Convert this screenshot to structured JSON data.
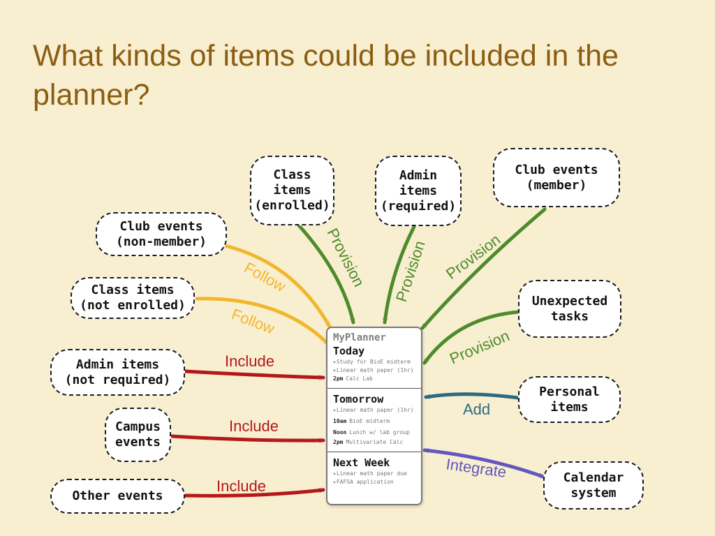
{
  "title": "What kinds of items could be included in the planner?",
  "colors": {
    "background": "#f8efd1",
    "title": "#8b5d12",
    "follow": "#f3b62b",
    "provision": "#4e8b2c",
    "include": "#b3181a",
    "add": "#2c6a80",
    "integrate": "#6257be"
  },
  "nodes": {
    "club_non_member": [
      "Club events",
      "(non-member)"
    ],
    "class_not_enrolled": [
      "Class items",
      "(not enrolled)"
    ],
    "admin_not_required": [
      "Admin items",
      "(not required)"
    ],
    "campus_events": [
      "Campus",
      "events"
    ],
    "other_events": [
      "Other events"
    ],
    "class_enrolled": [
      "Class",
      "items",
      "(enrolled)"
    ],
    "admin_required": [
      "Admin",
      "items",
      "(required)"
    ],
    "club_member": [
      "Club events",
      "(member)"
    ],
    "unexpected_tasks": [
      "Unexpected",
      "tasks"
    ],
    "personal_items": [
      "Personal",
      "items"
    ],
    "calendar_system": [
      "Calendar",
      "system"
    ]
  },
  "edges": {
    "follow_club": "Follow",
    "follow_class": "Follow",
    "include_admin": "Include",
    "include_campus": "Include",
    "include_other": "Include",
    "provision_class": "Provision",
    "provision_admin": "Provision",
    "provision_club": "Provision",
    "provision_unexpected": "Provision",
    "add_personal": "Add",
    "integrate_calendar": "Integrate"
  },
  "planner": {
    "title": "MyPlanner",
    "sections": [
      {
        "heading": "Today",
        "items": [
          {
            "time": "",
            "text": "▸Study for BioE midterm"
          },
          {
            "time": "",
            "text": "▸Linear math paper (1hr)"
          },
          {
            "time": "2pm",
            "text": "Calc Lab"
          }
        ]
      },
      {
        "heading": "Tomorrow",
        "items": [
          {
            "time": "",
            "text": "▸Linear math paper (1hr)"
          },
          {
            "time": "10am",
            "text": "BioE midterm"
          },
          {
            "time": "Noon",
            "text": "Lunch w/ lab group"
          },
          {
            "time": "2pm",
            "text": "Multivariate Calc"
          }
        ]
      },
      {
        "heading": "Next Week",
        "items": [
          {
            "time": "",
            "text": "▸Linear math paper due"
          },
          {
            "time": "",
            "text": "▸FAFSA application"
          }
        ]
      }
    ]
  }
}
